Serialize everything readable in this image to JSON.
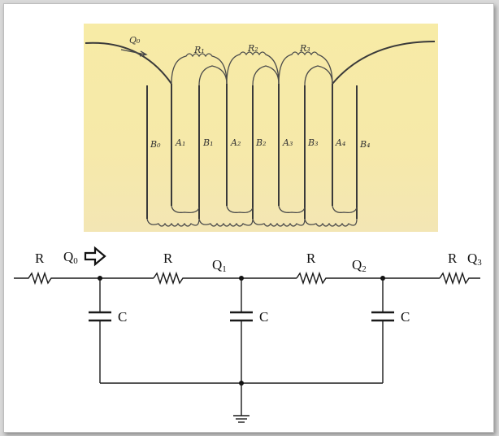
{
  "photo": {
    "labels": {
      "q": "Q₀",
      "r1": "R₁",
      "r2": "R₂",
      "r3": "R₃",
      "b0": "B₀",
      "a1": "A₁",
      "b1": "B₁",
      "a2": "A₂",
      "b2": "B₂",
      "a3": "A₃",
      "b3": "B₃",
      "a4": "A₄",
      "b4": "B₄"
    },
    "colors": {
      "paper": "#f6e9a9",
      "ink": "#3a3a3a"
    }
  },
  "circuit": {
    "resistor_label": "R",
    "capacitor_label": "C",
    "nodes": {
      "q0": "Q",
      "q0_sub": "0",
      "q1": "Q",
      "q1_sub": "1",
      "q2": "Q",
      "q2_sub": "2",
      "q3": "Q",
      "q3_sub": "3"
    },
    "icons": [
      "flow-arrow-icon",
      "ground-icon"
    ]
  }
}
